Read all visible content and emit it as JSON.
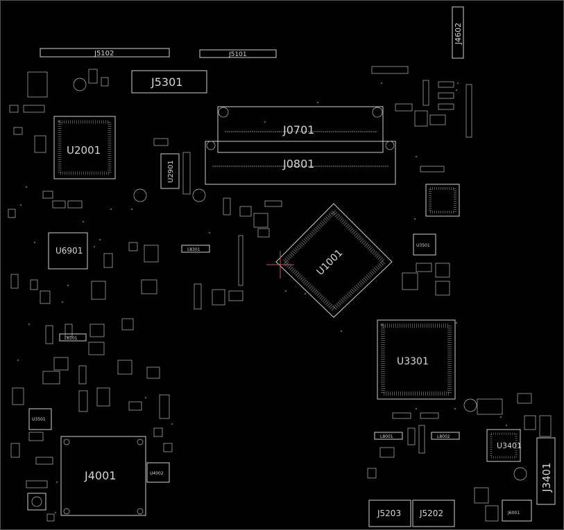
{
  "board": {
    "background": "#000000",
    "trace_color": "#cfcfcf",
    "via_color": "#2aa39a",
    "components": {
      "j5102": "J5102",
      "j5101": "J5101",
      "j5301": "J5301",
      "j4602": "J4602",
      "u2001": "U2001",
      "u2901": "U2901",
      "j0701": "J0701",
      "j0801": "J0801",
      "u6901": "U6901",
      "u1001": "U1001",
      "u3501_right": "U3501",
      "u3301": "U3301",
      "u3501_left": "U3501",
      "j4001": "J4001",
      "u4002": "U4002",
      "l8001": "L8001",
      "l8002": "L8002",
      "u3401": "U3401",
      "j3401": "J3401",
      "j5203": "J5203",
      "j5202": "J5202",
      "j6001": "J6001",
      "l8301": "L8301",
      "l6101": "L6101"
    }
  }
}
